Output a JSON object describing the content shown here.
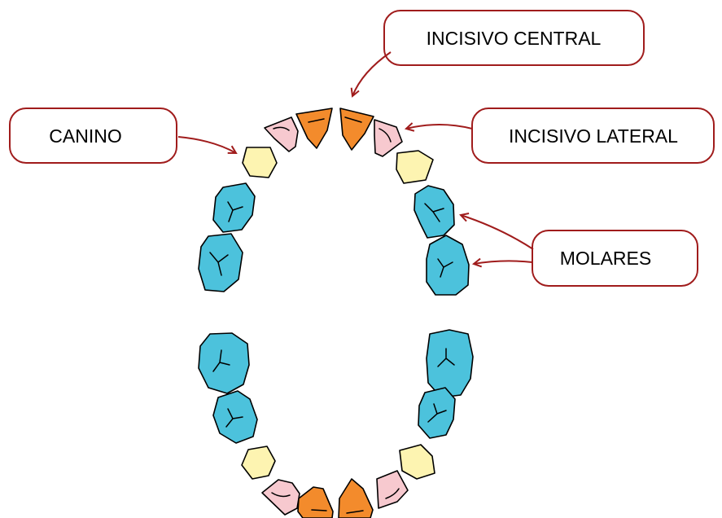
{
  "labels": {
    "central_incisor": "INCISIVO CENTRAL",
    "canine": "CANINO",
    "lateral_incisor": "INCISIVO LATERAL",
    "molars": "MOLARES"
  },
  "colors": {
    "arrow": "#a01c1c",
    "incisor_central": "#f38b2c",
    "incisor_lateral": "#f7c9cf",
    "canine": "#fdf4b1",
    "molar": "#4cc2dc"
  }
}
